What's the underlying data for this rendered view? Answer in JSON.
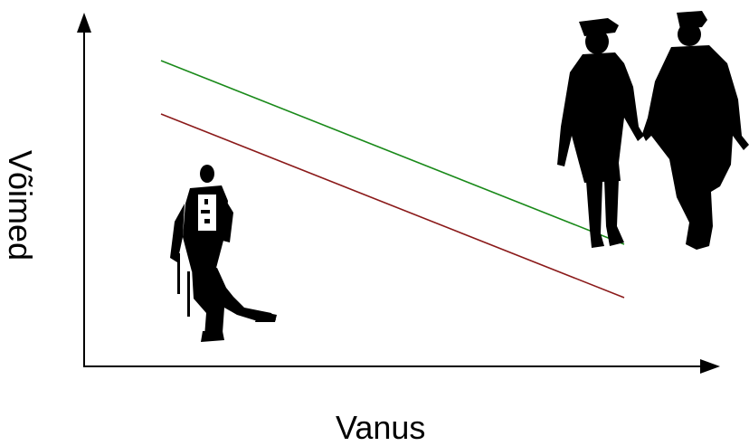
{
  "diagram": {
    "x_axis_label": "Vanus",
    "y_axis_label": "Võimed",
    "lines": [
      {
        "name_semantic": "upper-trend-line",
        "color": "#1a8a1a"
      },
      {
        "name_semantic": "lower-trend-line",
        "color": "#8b1a1a"
      }
    ],
    "axis_color": "#000000",
    "figures": [
      {
        "icon": "seated-elderly-man-icon"
      },
      {
        "icon": "walking-elderly-couple-icon"
      }
    ]
  }
}
